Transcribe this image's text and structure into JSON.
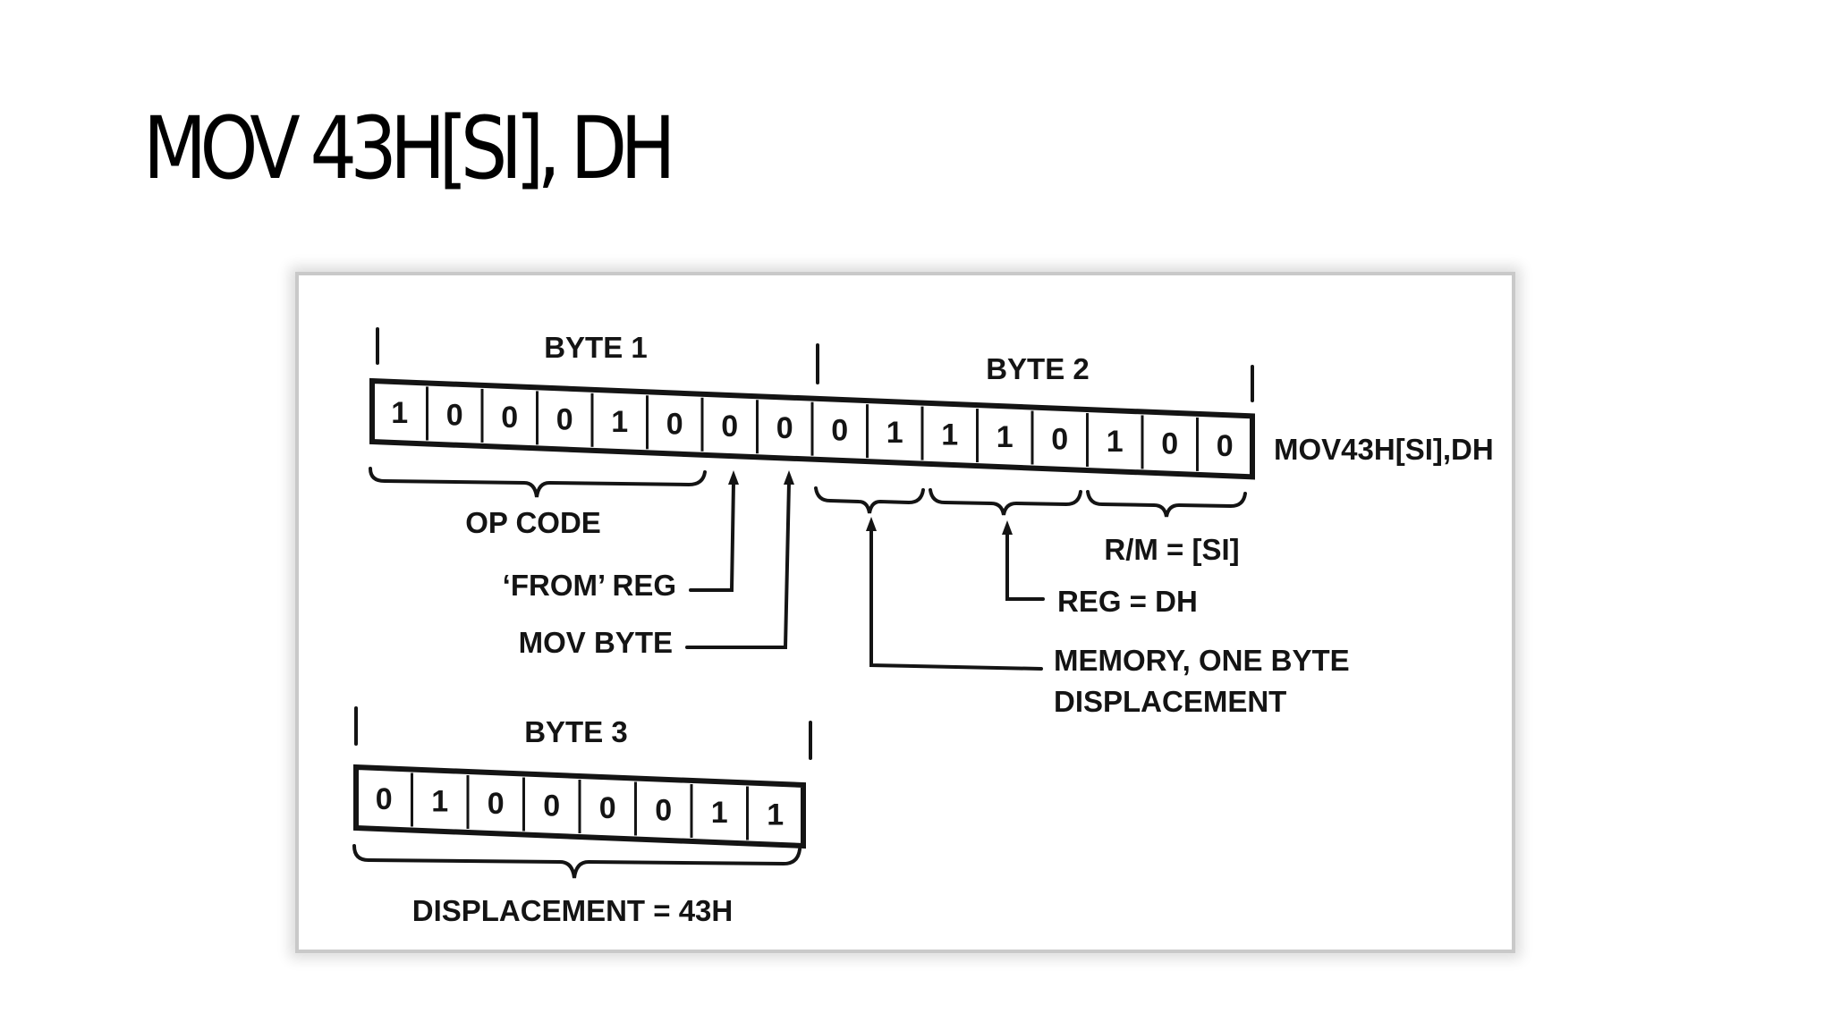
{
  "slide": {
    "title": "MOV 43H[SI], DH"
  },
  "diagram": {
    "byte1": {
      "label": "BYTE 1",
      "bits": [
        "1",
        "0",
        "0",
        "0",
        "1",
        "0",
        "0",
        "0"
      ]
    },
    "byte2": {
      "label": "BYTE 2",
      "bits": [
        "0",
        "1",
        "1",
        "1",
        "0",
        "1",
        "0",
        "0"
      ]
    },
    "byte3": {
      "label": "BYTE 3",
      "bits": [
        "0",
        "1",
        "0",
        "0",
        "0",
        "0",
        "1",
        "1"
      ]
    },
    "instruction_label": "MOV43H[SI],DH",
    "labels": {
      "opcode": "OP CODE",
      "from_reg": "‘FROM’ REG",
      "mov_byte": "MOV BYTE",
      "rm": "R/M = [SI]",
      "reg": "REG = DH",
      "mode_line1": "MEMORY, ONE BYTE",
      "mode_line2": "DISPLACEMENT",
      "displacement": "DISPLACEMENT = 43H"
    }
  }
}
